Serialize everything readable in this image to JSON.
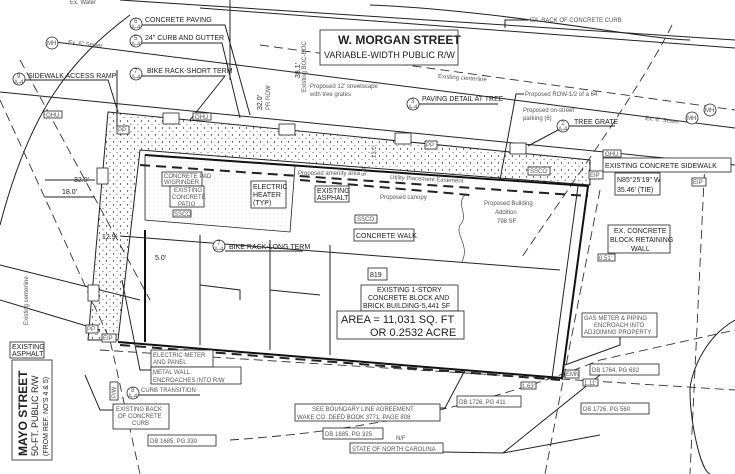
{
  "colors": {
    "ink": "#222222",
    "background": "#ffffff",
    "stipple": "#555555"
  },
  "street_north": {
    "name": "W. MORGAN STREET",
    "desc": "VARIABLE-WIDTH PUBLIC R/W"
  },
  "street_west": {
    "name": "MAYO STREET",
    "desc": "50-FT. PUBLIC R/W",
    "ref": "(FROM REF. NO'S 4 & 5)"
  },
  "callouts": {
    "concrete_paving": {
      "num": "6",
      "sheet": "A-4",
      "text": "CONCRETE PAVING"
    },
    "curb_gutter": {
      "num": "5",
      "sheet": "A-4",
      "text": "24\" CURB AND GUTTER"
    },
    "bike_short": {
      "num": "7",
      "sheet": "A-4",
      "text": "BIKE RACK-SHORT TERM"
    },
    "ramp": {
      "num": "9",
      "sheet": "A-4",
      "text": "SIDEWALK ACCESS RAMP"
    },
    "paving_tree": {
      "num": "3",
      "sheet": "A-4",
      "text": "PAVING DETAIL AT TREE"
    },
    "tree_grate": {
      "num": "2",
      "sheet": "A-4",
      "text": "TREE GRATE"
    },
    "bike_long": {
      "num": "7",
      "sheet": "A-4",
      "text": "BIKE RACK-LONG TERM"
    },
    "curb_transition": {
      "num": "8",
      "sheet": "A-4",
      "text": "CURB TRANSITION"
    }
  },
  "notes": {
    "ex_water": "Ex. Water",
    "ex_sewer_w": "Ex. 6\" Sewer",
    "ex_sewer_e": "Ex. 6\" Sewer",
    "ex_curb": "EX. BACK OF CONCRETE CURB",
    "centerline": "Existing centerline",
    "centerline_w": "Existing centerline",
    "streetscape": [
      "Proposed 12' streetscape",
      "with tree grates"
    ],
    "row": "Proposed ROW-1/2 of a 64",
    "parking": [
      "Proposed on-street",
      "parking (6)"
    ],
    "boc": "Existing BOC-BOC",
    "pr_row": "PR ROW",
    "amenity": "Proposed amenity area",
    "easement": "Utility Placement Easement",
    "canopy": "Proposed canopy",
    "addition": [
      "Proposed Building",
      "Addition",
      "798 SF"
    ],
    "ex_sidewalk": "EXISTING CONCRETE SIDEWALK",
    "bearing": [
      "N85°25'19\" W",
      "35.46' (TIE)"
    ],
    "retaining": [
      "EX. CONCRETE",
      "BLOCK RETAINING",
      "WALL"
    ],
    "pad": [
      "CONCRETE PAD",
      "W/GRINDER"
    ],
    "patio": [
      "EXISTING",
      "CONCRETE",
      "PATIO"
    ],
    "heater": [
      "ELECTRIC",
      "HEATER",
      "(TYP)"
    ],
    "asphalt": [
      "EXISTING",
      "ASPHALT"
    ],
    "asphalt_w": [
      "EXISTING",
      "ASPHALT"
    ],
    "concrete_walk": "CONCRETE WALK",
    "address": "819",
    "building": [
      "EXISTING 1-STORY",
      "CONCRETE BLOCK AND",
      "BRICK BUILDING-5,441 SF"
    ],
    "area": [
      "AREA = 11,031 SQ. FT",
      "OR 0.2532 ACRE"
    ],
    "gas": [
      "GAS METER & PIPING",
      "ENCROACH INTO",
      "ADJOINING PROPERTY"
    ],
    "meter": [
      "ELECTRIC METER",
      "AND PANEL",
      "METAL WALL",
      "ENCROACHES INTO R/W"
    ],
    "back_curb": [
      "EXISTING BACK",
      "OF CONCRETE",
      "CURB"
    ],
    "boundary": [
      "SEE BOUNDARY LINE AGREEMENT",
      "WAKE CO. DEED BOOK 3771, PAGE 808"
    ],
    "nf": [
      "N/F",
      "STATE OF NORTH CAROLINA"
    ]
  },
  "deeds": [
    "DB 1764, PG 682",
    "DB 1726, PG 411",
    "DB 1726, PG 560",
    "DB 1685, PG 325",
    "DB 1685, PG 330"
  ],
  "dims": {
    "d32a": "32.0'",
    "d38": "38.1'",
    "d32b": "32.0'",
    "d18": "18.0'",
    "d129": "12.9'",
    "d5": "5.0'",
    "d051": "0.51'",
    "d111": "1.11'",
    "d163": "1.63'",
    "d50": "5.0'",
    "d130": "13.0'"
  },
  "tags": {
    "mh": "MH",
    "ohu": "OHU",
    "pp": "PP",
    "ssco": "SSCO",
    "eip": "EIP",
    "emn": "EMN",
    "pw": "P/W"
  }
}
